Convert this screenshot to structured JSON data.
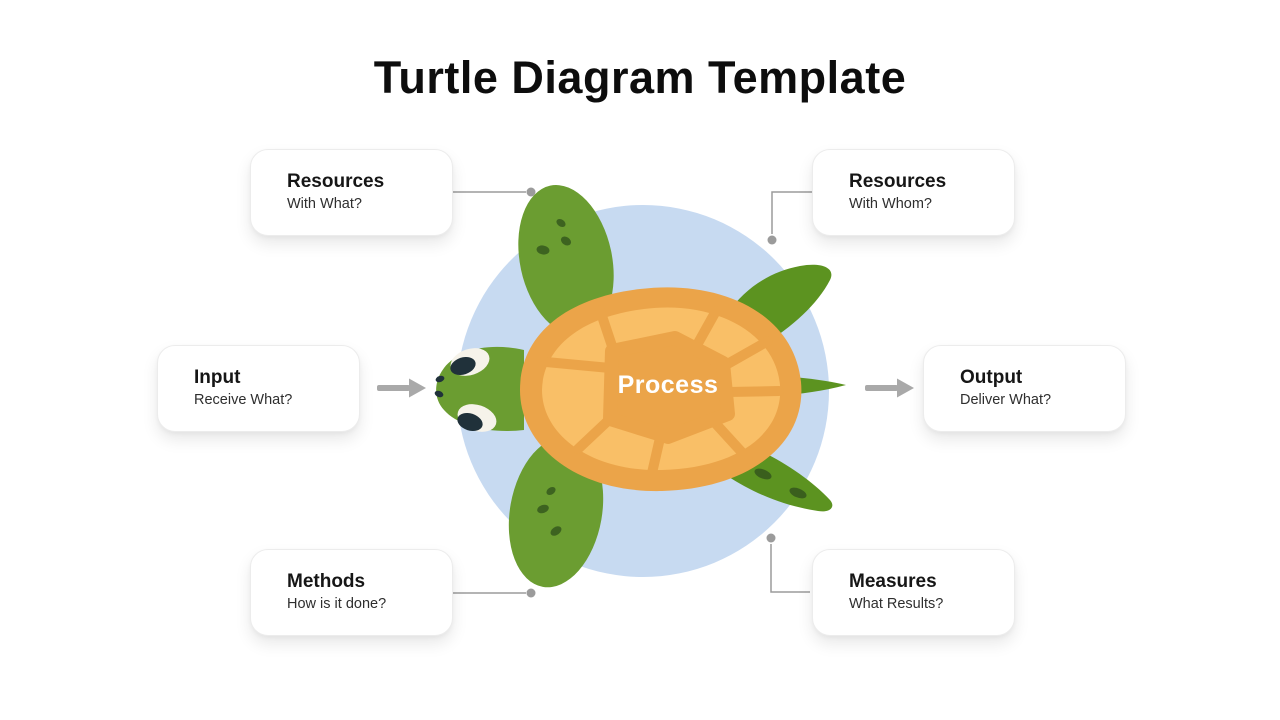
{
  "title": "Turtle Diagram Template",
  "process": {
    "label": "Process"
  },
  "cards": {
    "resources_left": {
      "heading": "Resources",
      "subtitle": "With What?"
    },
    "resources_right": {
      "heading": "Resources",
      "subtitle": "With Whom?"
    },
    "input": {
      "heading": "Input",
      "subtitle": "Receive What?"
    },
    "output": {
      "heading": "Output",
      "subtitle": "Deliver What?"
    },
    "methods": {
      "heading": "Methods",
      "subtitle": "How is it done?"
    },
    "measures": {
      "heading": "Measures",
      "subtitle": "What Results?"
    }
  },
  "colors": {
    "background": "#ffffff",
    "title_text": "#0d0d0d",
    "card_heading": "#161616",
    "card_subtitle": "#2e2e2e",
    "connector_gray": "#9b9b9b",
    "arrow_gray": "#a9a9a9",
    "water_blue": "#c7daf1",
    "turtle_green": "#6b9d31",
    "turtle_green_dark": "#5c9320",
    "spot_green": "#3d6320",
    "shell_rim": "#eba449",
    "shell_plate": "#f9bf67",
    "eye_white": "#f6f3ea",
    "eye_dark": "#20313a",
    "process_text": "#ffffff"
  }
}
